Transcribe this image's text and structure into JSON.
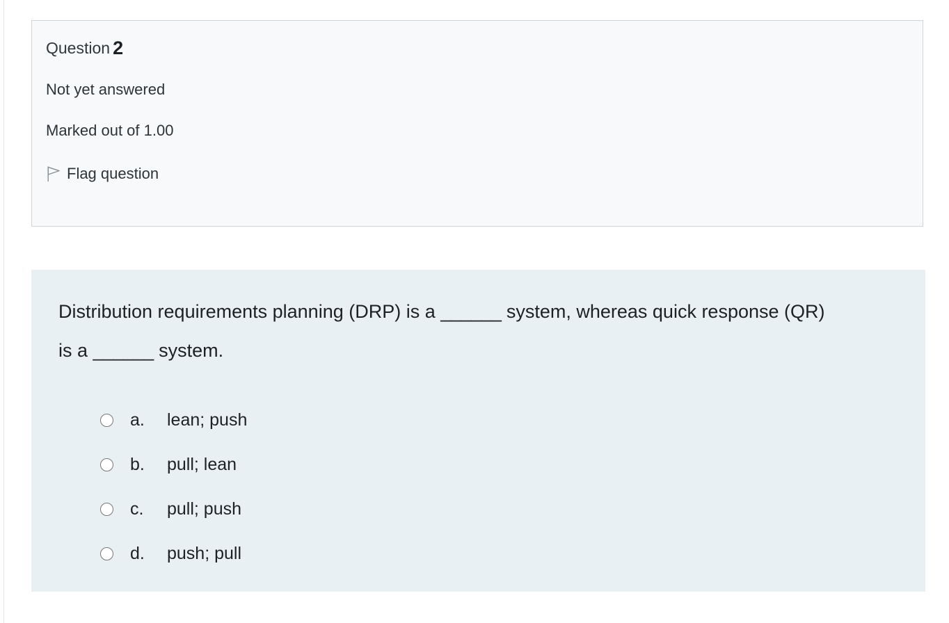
{
  "question_info": {
    "question_label": "Question",
    "question_number": "2",
    "state": "Not yet answered",
    "grade": "Marked out of 1.00",
    "flag_label": "Flag question",
    "flag_icon": "flag-outline-icon"
  },
  "question": {
    "text": "Distribution requirements planning (DRP) is a ______ system, whereas quick response (QR) is a ______ system.",
    "blank": "______",
    "segments": [
      "Distribution requirements planning (DRP) is a ",
      " system, whereas quick response (QR) is a ",
      " system."
    ],
    "options": [
      {
        "letter": "a.",
        "label": "lean; push",
        "selected": false
      },
      {
        "letter": "b.",
        "label": "pull; lean",
        "selected": false
      },
      {
        "letter": "c.",
        "label": "pull; push",
        "selected": false
      },
      {
        "letter": "d.",
        "label": "push; pull",
        "selected": false
      }
    ]
  },
  "colors": {
    "page_background": "#ffffff",
    "info_panel_background": "#f7f9fa",
    "info_panel_border": "#ced4da",
    "answer_panel_background": "#e9f0f3",
    "text": "#1d2125",
    "muted_text": "#2e3338",
    "radio_border": "#767676"
  }
}
